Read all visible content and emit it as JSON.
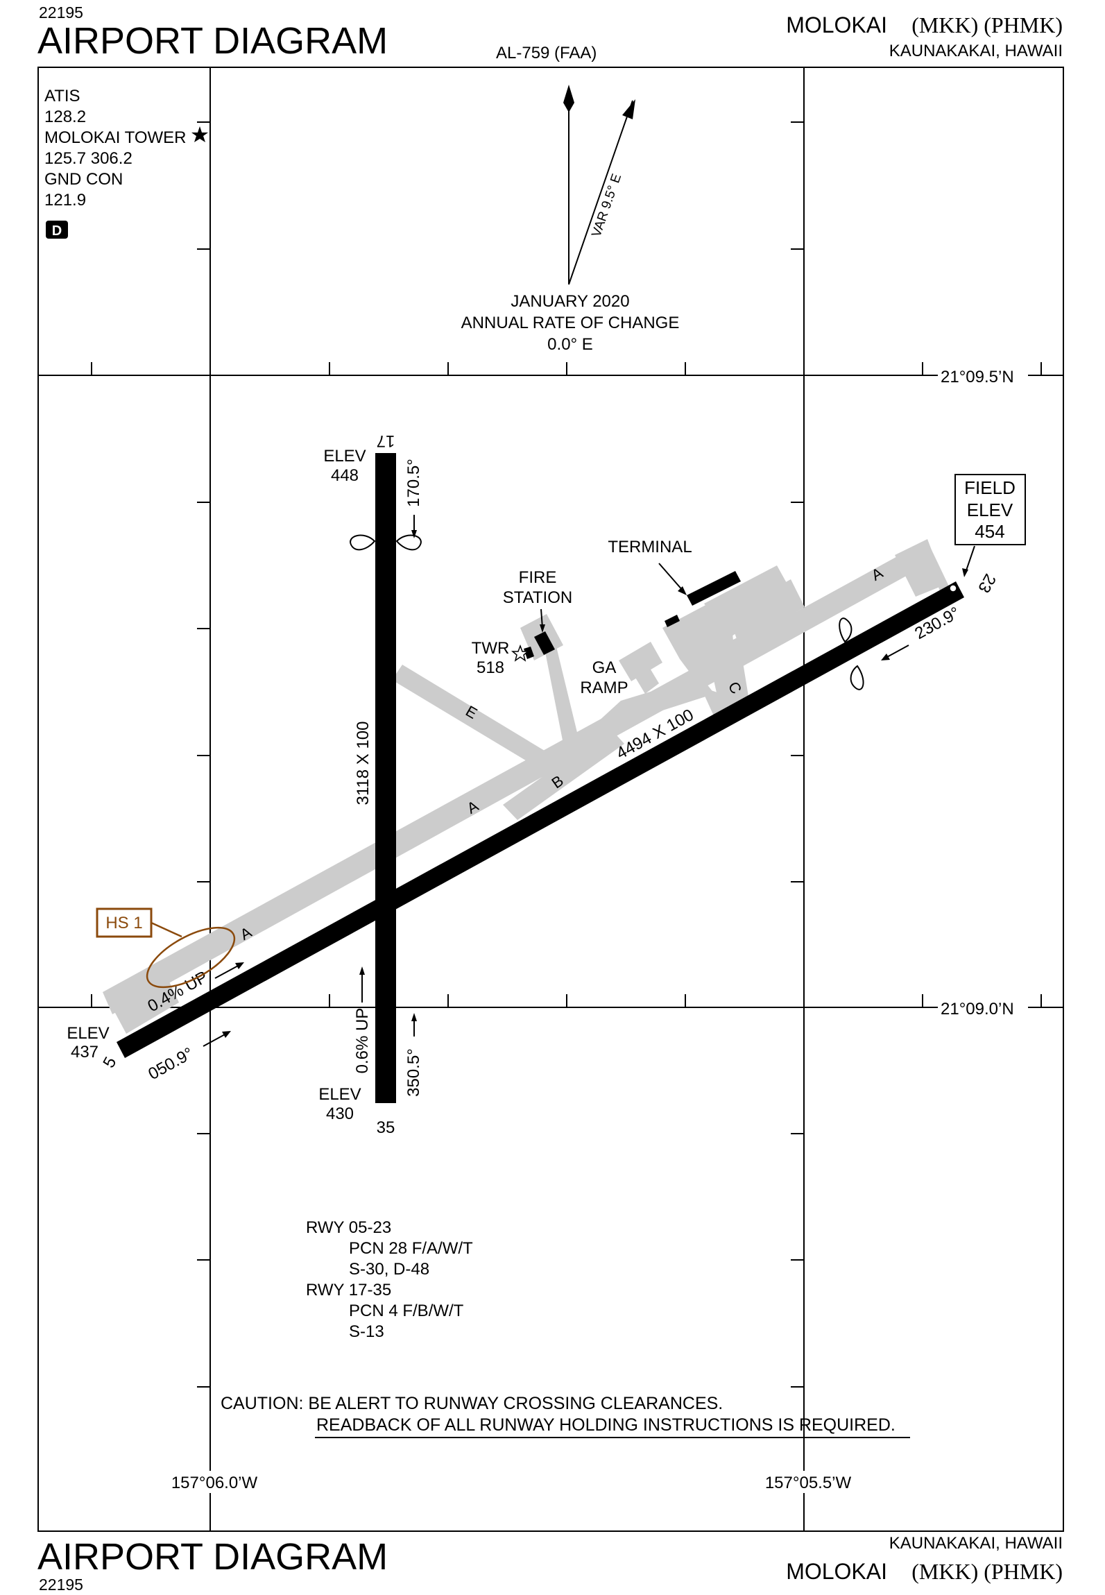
{
  "header": {
    "cycle": "22195",
    "title": "AIRPORT DIAGRAM",
    "procedure_id": "AL-759 (FAA)",
    "airport_name": "MOLOKAI",
    "airport_codes": "(MKK) (PHMK)",
    "location": "KAUNAKAKAI, HAWAII"
  },
  "footer": {
    "cycle": "22195",
    "title": "AIRPORT DIAGRAM",
    "location": "KAUNAKAKAI, HAWAII",
    "airport_name": "MOLOKAI",
    "airport_codes": "(MKK) (PHMK)"
  },
  "comms": {
    "atis_label": "ATIS",
    "atis_freq": "128.2",
    "tower_label": "MOLOKAI TOWER",
    "tower_freqs": "125.7  306.2",
    "ground_label": "GND CON",
    "ground_freq": "121.9",
    "badge": "D"
  },
  "variation": {
    "var_label": "VAR 9.5° E",
    "date": "JANUARY 2020",
    "rate_label": "ANNUAL RATE OF CHANGE",
    "rate_value": "0.0° E"
  },
  "coordinates": {
    "lat_top": "21°09.5’N",
    "lat_bottom": "21°09.0’N",
    "lon_left": "157°06.0’W",
    "lon_right": "157°05.5’W"
  },
  "field_elev": {
    "line1": "FIELD",
    "line2": "ELEV",
    "value": "454"
  },
  "runway_17_35": {
    "end_17": "17",
    "end_35": "35",
    "hdg_17": "170.5°",
    "hdg_35": "350.5°",
    "dims": "3118 X 100",
    "slope": "0.6% UP",
    "elev_17_label": "ELEV",
    "elev_17": "448",
    "elev_35_label": "ELEV",
    "elev_35": "430"
  },
  "runway_05_23": {
    "end_5": "5",
    "end_23": "23",
    "hdg_5": "050.9°",
    "hdg_23": "230.9°",
    "dims": "4494 X 100",
    "slope": "0.4% UP",
    "elev_5_label": "ELEV",
    "elev_5": "437"
  },
  "facilities": {
    "terminal": "TERMINAL",
    "fire_1": "FIRE",
    "fire_2": "STATION",
    "twr_label": "TWR",
    "twr_value": "518",
    "ga_1": "GA",
    "ga_2": "RAMP"
  },
  "taxiways": {
    "a1": "A",
    "a2": "A",
    "a3": "A",
    "b": "B",
    "c": "C",
    "e": "E"
  },
  "hotspot": {
    "label": "HS 1"
  },
  "notes": {
    "rwy1": "RWY 05-23",
    "rwy1_pcn": "PCN 28 F/A/W/T",
    "rwy1_weight": "S-30, D-48",
    "rwy2": "RWY 17-35",
    "rwy2_pcn": "PCN 4 F/B/W/T",
    "rwy2_weight": "S-13"
  },
  "caution": {
    "line1": "CAUTION: BE ALERT TO RUNWAY CROSSING CLEARANCES.",
    "line2": "READBACK OF ALL RUNWAY HOLDING INSTRUCTIONS IS REQUIRED."
  },
  "colors": {
    "runway": "#000000",
    "taxiway": "#cccccc",
    "hotspot": "#8b4a0c"
  }
}
